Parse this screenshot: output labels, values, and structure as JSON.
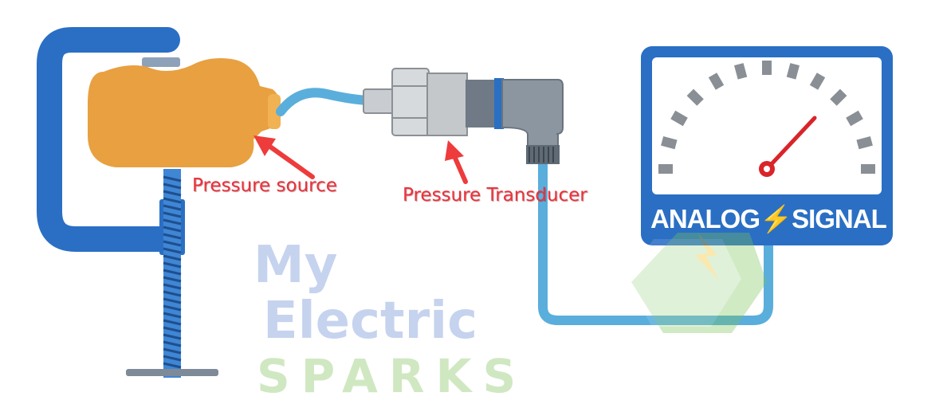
{
  "labels": {
    "pressure_source": "Pressure source",
    "pressure_transducer": "Pressure Transducer"
  },
  "gauge": {
    "caption": "ANALOG⚡SIGNAL"
  },
  "watermark": {
    "line1": "My",
    "line2": "Electric",
    "line3": "SPARKS"
  },
  "colors": {
    "clamp": "#2a6fc4",
    "bladder": "#e8a040",
    "tube": "#5aaedc",
    "needle": "#d9242a",
    "arrow": "#ee3b3b",
    "label": "#e8323c",
    "gauge_frame": "#2a6fc4",
    "tick": "#8a8f96"
  }
}
